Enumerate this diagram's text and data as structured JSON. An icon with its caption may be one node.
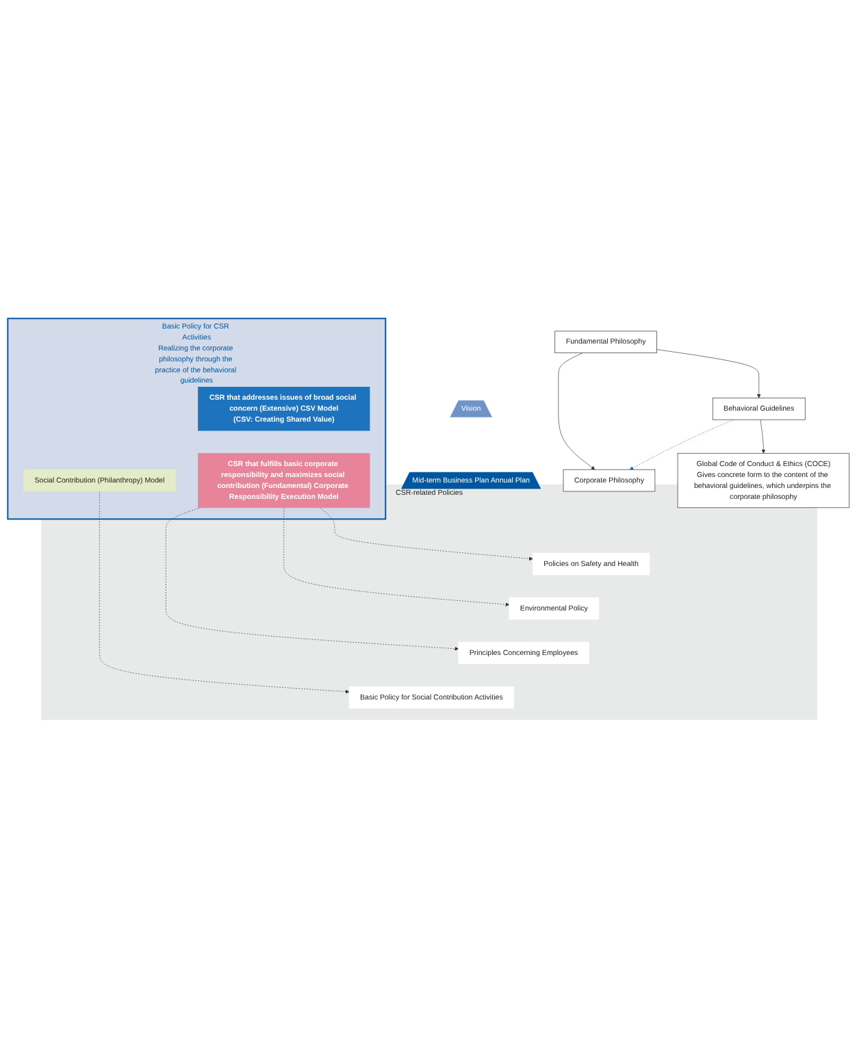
{
  "diagram": {
    "nodes": [
      {
        "text": [
          "Fundamental Philosophy"
        ]
      },
      {
        "text": [
          "Vision"
        ]
      },
      {
        "text": [
          "Mid-term Business Plan Annual Plan"
        ]
      },
      {
        "text": [
          "Corporate Philosophy"
        ]
      },
      {
        "text": [
          "Behavioral Guidelines"
        ]
      },
      {
        "text": [
          "Basic Policy for CSR Activities",
          "Realizing the corporate philosophy through the practice of the behavioral guidelines"
        ]
      },
      {
        "text": [
          "CSR that addresses issues of broad social concern (Extensive) CSV Model",
          "(CSV: Creating Shared Value)"
        ],
        "in": 5
      },
      {
        "text": [
          "CSR that fulfills basic corporate responsibility and maximizes social contribution (Fundamental) Corporate Responsibility Execution Model"
        ],
        "in": 5
      },
      {
        "text": [
          "Social Contribution (Philanthropy) Model"
        ],
        "in": 5
      },
      {
        "text": [
          "Global Code of Conduct & Ethics (COCE)",
          "Gives concrete form to the content of the behavioral guidelines, which underpins the corporate philosophy"
        ]
      },
      {
        "text": [
          "CSR-related Policies"
        ]
      },
      {
        "text": [
          "Policies on Safety and Health"
        ],
        "in": 10
      },
      {
        "text": [
          "Environmental Policy"
        ],
        "in": 10
      },
      {
        "text": [
          "Principles Concerning Employees"
        ],
        "in": 10
      },
      {
        "text": [
          "Basic Policy for Social Contribution Activities"
        ],
        "in": 10
      }
    ],
    "edges": [
      {
        "from": 0,
        "to": 3,
        "arrow": "to"
      },
      {
        "from": 0,
        "to": 4,
        "arrow": "to"
      },
      {
        "from": 4,
        "to": 3,
        "arrow": "to",
        "style": "dashed",
        "color": "#2a6ebb"
      },
      {
        "from": 4,
        "to": 9,
        "arrow": "to"
      },
      {
        "from": 7,
        "to": 11,
        "arrow": "to",
        "style": "dashed"
      },
      {
        "from": 7,
        "to": 12,
        "arrow": "to",
        "style": "dashed"
      },
      {
        "from": 7,
        "to": 13,
        "arrow": "to",
        "style": "dashed"
      },
      {
        "from": 8,
        "to": 14,
        "arrow": "to",
        "style": "dashed"
      }
    ]
  }
}
